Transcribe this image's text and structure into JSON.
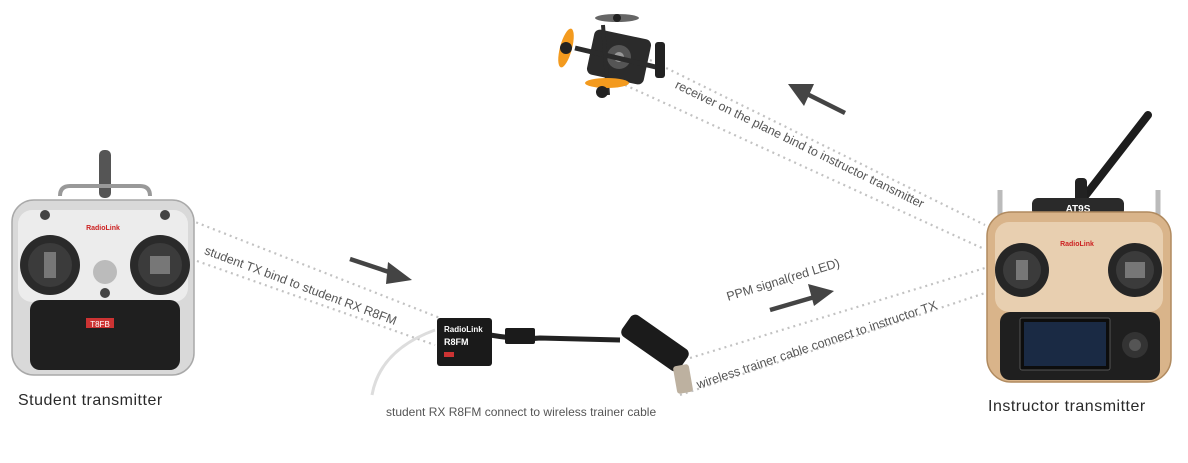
{
  "labels": {
    "student_transmitter": "Student transmitter",
    "instructor_transmitter": "Instructor transmitter",
    "student_rx_caption": "student RX R8FM connect to wireless trainer cable",
    "student_bind": "student TX bind to student RX R8FM",
    "receiver_bind": "receiver on the plane bind to instructor transmitter",
    "ppm_signal": "PPM signal(red LED)",
    "trainer_cable": "wireless trainer cable connect to instructor TX"
  },
  "device_text": {
    "student_brand": "RadioLink",
    "student_model": "T8FB",
    "instructor_brand": "RadioLink",
    "instructor_model": "AT9S",
    "receiver_brand": "RadioLink",
    "receiver_model": "R8FM"
  },
  "colors": {
    "dotted_line": "#bdbdbd",
    "arrow": "#444444",
    "propeller": "#f39a1e",
    "gold_body": "#d9b48a",
    "dark_body": "#2b2b2b"
  }
}
